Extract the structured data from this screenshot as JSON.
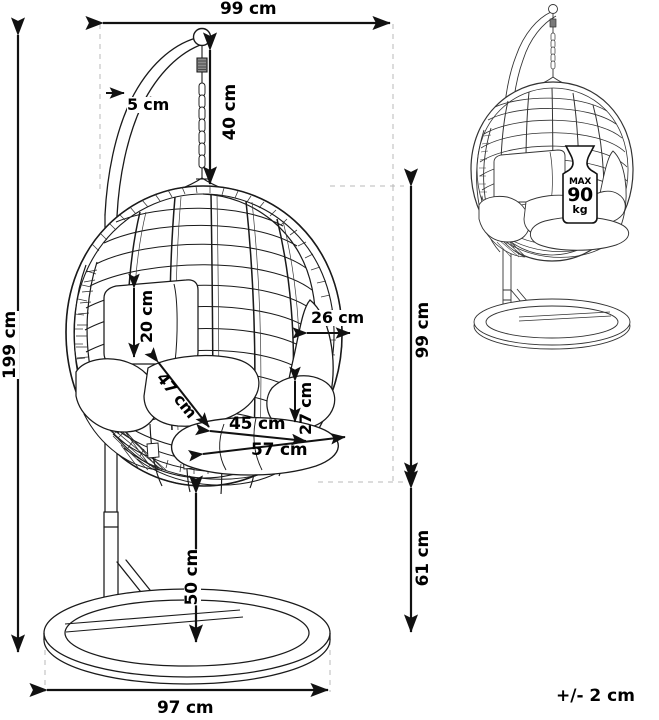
{
  "drawing": {
    "title": "Hanging egg chair with stand - dimension drawing",
    "units": "cm",
    "tolerance_note": "+/- 2 cm",
    "line_color": "#1a1a1a",
    "guide_color": "#b4b4b4",
    "background": "#ffffff"
  },
  "dimensions": {
    "overall_width": "99 cm",
    "overall_height": "199 cm",
    "base_width": "97 cm",
    "chain_drop": "40 cm",
    "stand_tube_thickness": "5 cm",
    "chair_height": "99 cm",
    "chair_bottom_to_floor": "61 cm",
    "seat_height": "50 cm",
    "backrest_cushion_height": "20 cm",
    "side_opening_width": "26 cm",
    "seat_depth_diagonal": "47 cm",
    "seat_cushion_height": "27 cm",
    "seat_inner_width": "45 cm",
    "seat_outer_width": "57 cm"
  },
  "load_label": {
    "max_text": "MAX",
    "value": "90",
    "unit": "kg"
  }
}
